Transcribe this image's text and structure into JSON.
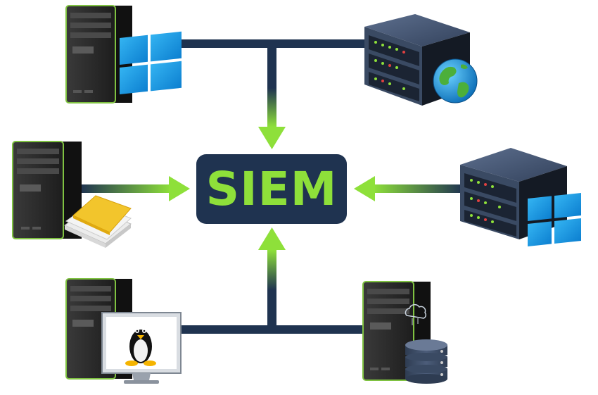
{
  "center_label": "SIEM",
  "colors": {
    "connector": "#1f3350",
    "arrow": "#8ee03a",
    "box_bg": "#1f3350",
    "label": "#8ee03a",
    "tower_body": "#2b2b2b",
    "tower_edge": "#7fc241",
    "rack": "#3a4a63",
    "windows_blue": "#1e9be5"
  },
  "nodes": [
    {
      "id": "windows-workstation",
      "icons": [
        "server-tower-icon",
        "windows-logo-icon"
      ]
    },
    {
      "id": "web-server",
      "icons": [
        "rack-server-icon",
        "globe-icon"
      ]
    },
    {
      "id": "file-host",
      "icons": [
        "server-tower-icon",
        "document-stack-icon"
      ]
    },
    {
      "id": "windows-server",
      "icons": [
        "rack-server-icon",
        "windows-logo-icon"
      ]
    },
    {
      "id": "linux-host",
      "icons": [
        "server-tower-icon",
        "monitor-icon",
        "linux-penguin-icon"
      ]
    },
    {
      "id": "database-server",
      "icons": [
        "server-tower-icon",
        "database-icon",
        "cloud-icon"
      ]
    }
  ]
}
